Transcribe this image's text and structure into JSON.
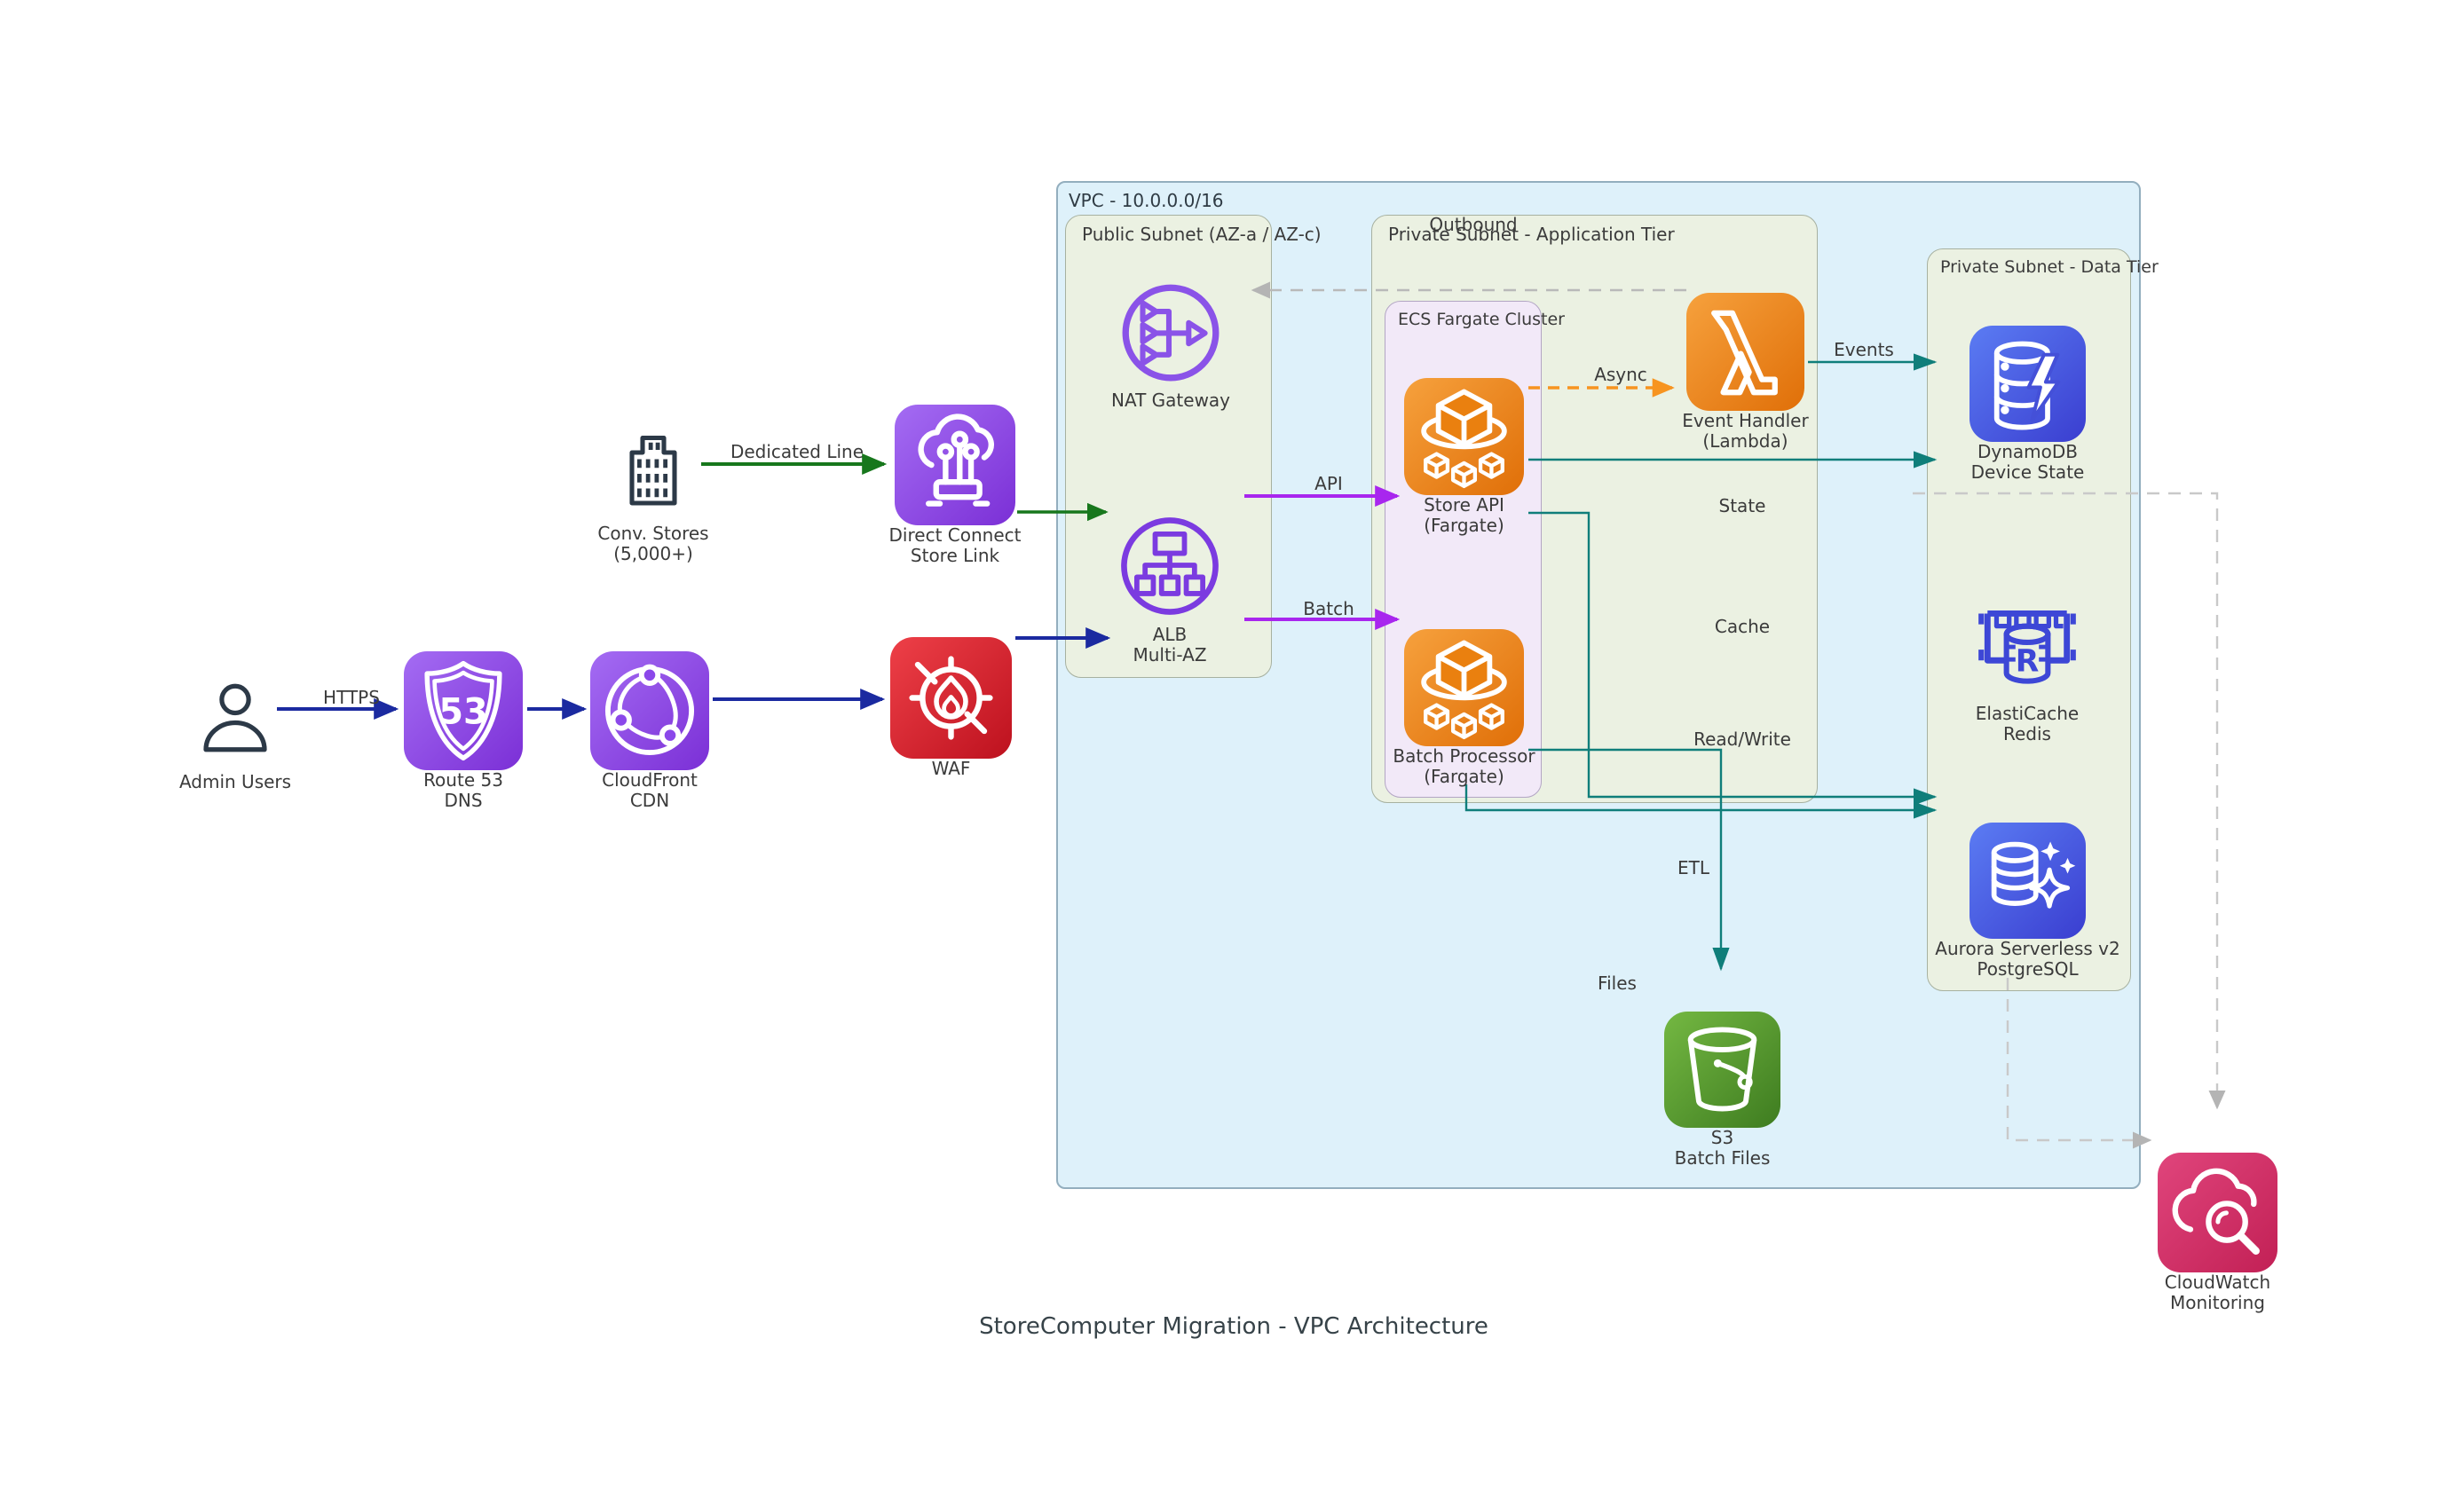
{
  "title": "StoreComputer Migration - VPC Architecture",
  "containers": {
    "vpc": "VPC - 10.0.0.0/16",
    "public_subnet": "Public Subnet (AZ-a / AZ-c)",
    "app_subnet": "Private Subnet - Application Tier",
    "ecs_cluster": "ECS Fargate Cluster",
    "data_subnet": "Private Subnet - Data Tier"
  },
  "nodes": {
    "conv_stores": {
      "label1": "Conv. Stores",
      "label2": "(5,000+)"
    },
    "admin_users": {
      "label1": "Admin Users"
    },
    "route53": {
      "label1": "Route 53",
      "label2": "DNS"
    },
    "cloudfront": {
      "label1": "CloudFront",
      "label2": "CDN"
    },
    "waf": {
      "label1": "WAF"
    },
    "direct_connect": {
      "label1": "Direct Connect",
      "label2": "Store Link"
    },
    "nat": {
      "label1": "NAT Gateway"
    },
    "alb": {
      "label1": "ALB",
      "label2": "Multi-AZ"
    },
    "store_api": {
      "label1": "Store API",
      "label2": "(Fargate)"
    },
    "batch_processor": {
      "label1": "Batch Processor",
      "label2": "(Fargate)"
    },
    "lambda": {
      "label1": "Event Handler",
      "label2": "(Lambda)"
    },
    "dynamodb": {
      "label1": "DynamoDB",
      "label2": "Device State"
    },
    "elasticache": {
      "label1": "ElastiCache",
      "label2": "Redis"
    },
    "aurora": {
      "label1": "Aurora Serverless v2",
      "label2": "PostgreSQL"
    },
    "s3": {
      "label1": "S3",
      "label2": "Batch Files"
    },
    "cloudwatch": {
      "label1": "CloudWatch",
      "label2": "Monitoring"
    }
  },
  "edges": {
    "dedicated_line": "Dedicated Line",
    "https": "HTTPS",
    "api": "API",
    "batch": "Batch",
    "async": "Async",
    "events": "Events",
    "state": "State",
    "cache": "Cache",
    "read_write": "Read/Write",
    "etl": "ETL",
    "files": "Files",
    "outbound": "Outbound"
  },
  "colors": {
    "vpc_fill": "#def1fa",
    "subnet_fill": "#ebf1e2",
    "cluster_fill": "#f2e9f8",
    "edge_green": "#17771c",
    "edge_navy": "#1b2aa0",
    "edge_magenta": "#a826ee",
    "edge_teal": "#0f7e7a",
    "edge_orange": "#f79420",
    "edge_gray": "#b9b9b9",
    "icon_orange": "#e06f08",
    "icon_purple": "#8b48ea",
    "icon_blue": "#4450d8",
    "icon_red": "#d32730",
    "icon_green": "#5a9e31",
    "icon_pink": "#d6336c",
    "outline_purple": "#8a53e8",
    "outline_indigo": "#3d47d6",
    "outline_dark": "#2c3947"
  }
}
